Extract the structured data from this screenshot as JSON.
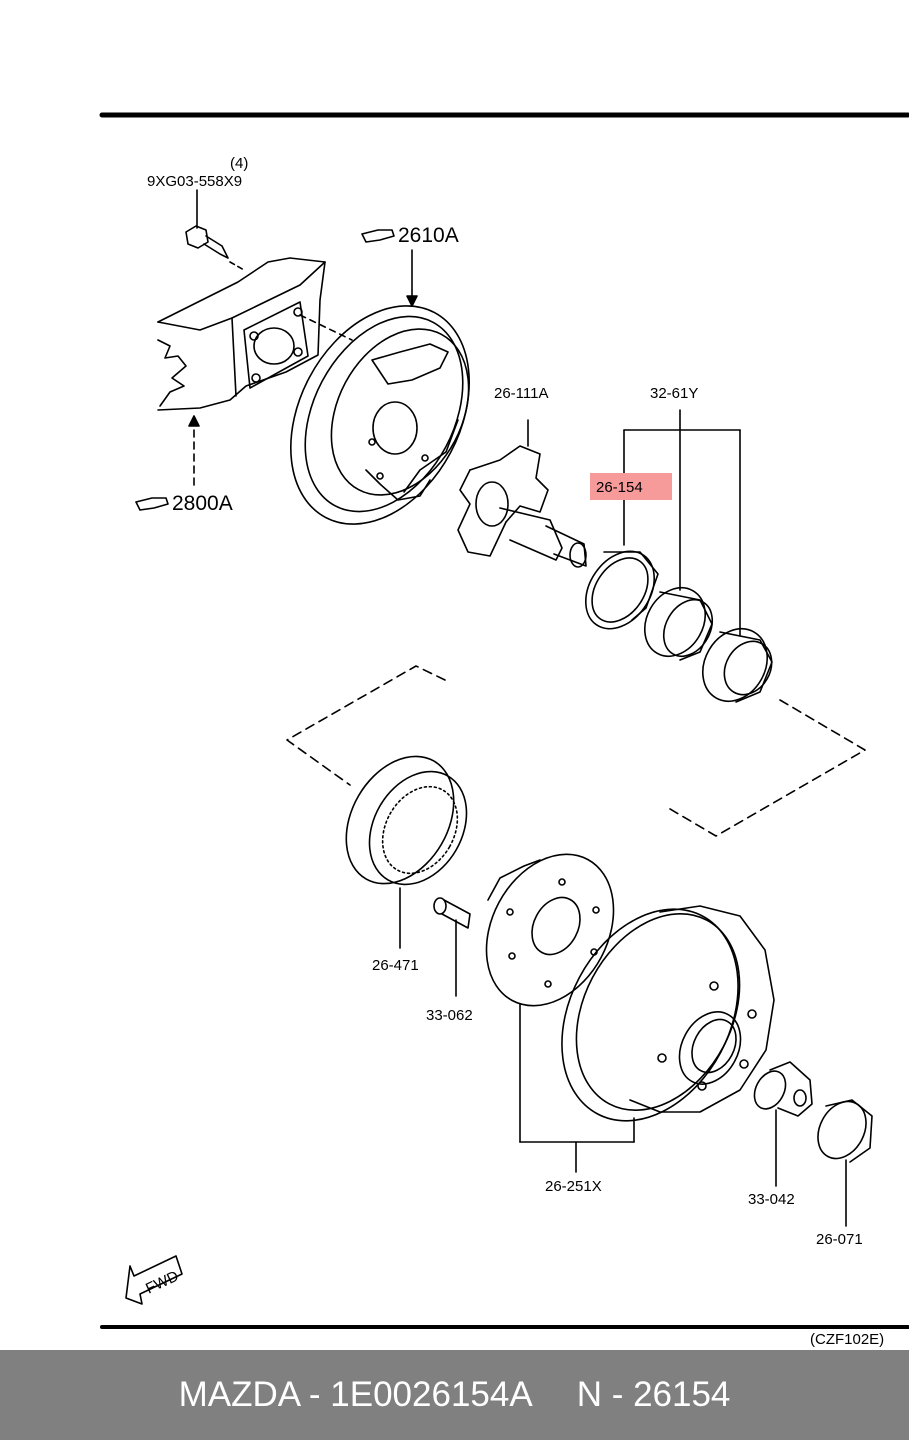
{
  "diagram": {
    "bolt_qty": "(4)",
    "bolt_part": "9XG03-558X9",
    "ref_backing_plate": "2610A",
    "ref_knuckle": "2800A",
    "spindle": "26-111A",
    "bearing_set": "32-61Y",
    "seal_highlighted": "26-154",
    "abs_ring": "26-471",
    "hub_bolt": "33-062",
    "hub_drum": "26-251X",
    "lock_nut": "33-042",
    "grease_cap": "26-071",
    "fwd_label": "FWD",
    "diagram_code": "(CZF102E)",
    "highlight_color": "#f79a9a"
  },
  "footer": {
    "brand": "MAZDA - 1E0026154A",
    "part": "N - 26154"
  }
}
